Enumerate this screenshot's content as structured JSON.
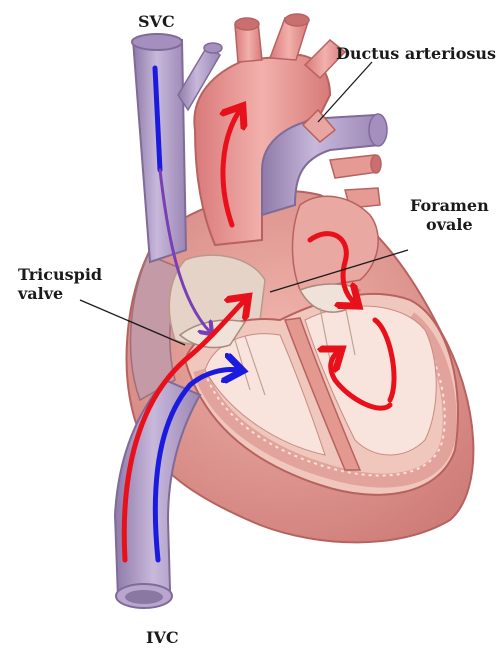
{
  "labels": {
    "svc": "SVC",
    "ductus": "Ductus arteriosus",
    "foramen_line1": "Foramen",
    "foramen_line2": "ovale",
    "tricuspid_line1": "Tricuspid",
    "tricuspid_line2": "valve",
    "ivc": "IVC"
  },
  "colors": {
    "oxygenated_flow": "#e8101a",
    "deoxygenated_flow": "#1b1be0",
    "mixed_flow": "#7a3fb5",
    "vein_wall": "#b9a6cf",
    "myocardium": "#e59a93",
    "aorta": "#ea9a97",
    "endocardium": "#f3d7cf"
  }
}
